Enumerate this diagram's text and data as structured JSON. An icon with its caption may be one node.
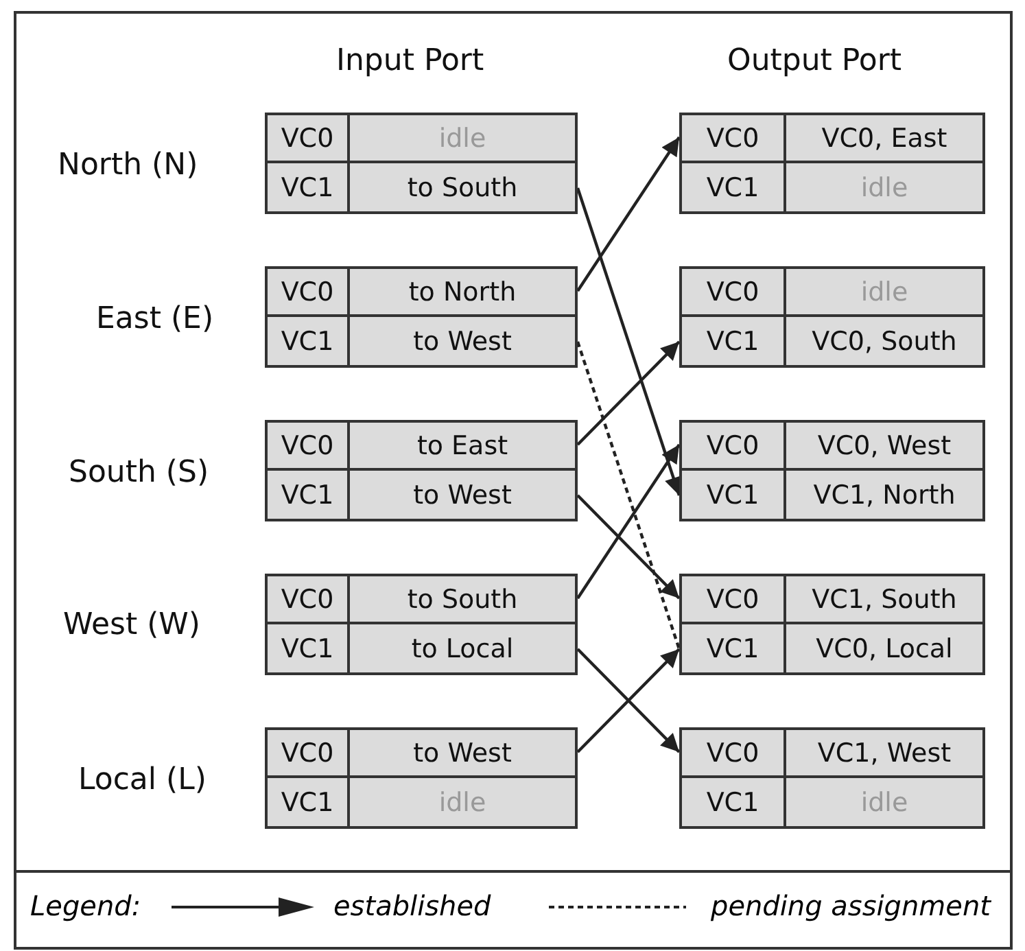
{
  "diagram": {
    "nodes": [
      {
        "text": [
          "VC0",
          "idle"
        ]
      },
      {
        "text": [
          "VC1",
          "to South"
        ]
      },
      {
        "text": [
          "VC0",
          "to North"
        ]
      },
      {
        "text": [
          "VC1",
          "to West"
        ]
      },
      {
        "text": [
          "VC0",
          "to East"
        ]
      },
      {
        "text": [
          "VC1",
          "to West"
        ]
      },
      {
        "text": [
          "VC0",
          "to South"
        ]
      },
      {
        "text": [
          "VC1",
          "to Local"
        ]
      },
      {
        "text": [
          "VC0",
          "to West"
        ]
      },
      {
        "text": [
          "VC1",
          "idle"
        ]
      },
      {
        "text": [
          "VC0",
          "VC0, East"
        ]
      },
      {
        "text": [
          "VC1",
          "idle"
        ]
      },
      {
        "text": [
          "VC0",
          "idle"
        ]
      },
      {
        "text": [
          "VC1",
          "VC0, South"
        ]
      },
      {
        "text": [
          "VC0",
          "VC0, West"
        ]
      },
      {
        "text": [
          "VC1",
          "VC1, North"
        ]
      },
      {
        "text": [
          "VC0",
          "VC1, South"
        ]
      },
      {
        "text": [
          "VC1",
          "VC0, Local"
        ]
      },
      {
        "text": [
          "VC0",
          "VC1, West"
        ]
      },
      {
        "text": [
          "VC1",
          "idle"
        ]
      }
    ],
    "edges": [
      {
        "from": 1,
        "to": 15,
        "arrow": "to"
      },
      {
        "from": 2,
        "to": 10,
        "arrow": "to"
      },
      {
        "from": 3,
        "to": 17,
        "arrow": "none",
        "style": "dashed"
      },
      {
        "from": 4,
        "to": 13,
        "arrow": "to"
      },
      {
        "from": 5,
        "to": 16,
        "arrow": "to"
      },
      {
        "from": 6,
        "to": 14,
        "arrow": "to"
      },
      {
        "from": 7,
        "to": 18,
        "arrow": "to"
      },
      {
        "from": 8,
        "to": 17,
        "arrow": "to"
      }
    ],
    "labels": [
      "Input Port",
      "Output Port",
      "North (N)",
      "East (E)",
      "South (S)",
      "West (W)",
      "Local (L)",
      "Legend:"
    ],
    "legend": [
      {
        "text": "established"
      },
      {
        "text": "pending assignment"
      }
    ]
  }
}
